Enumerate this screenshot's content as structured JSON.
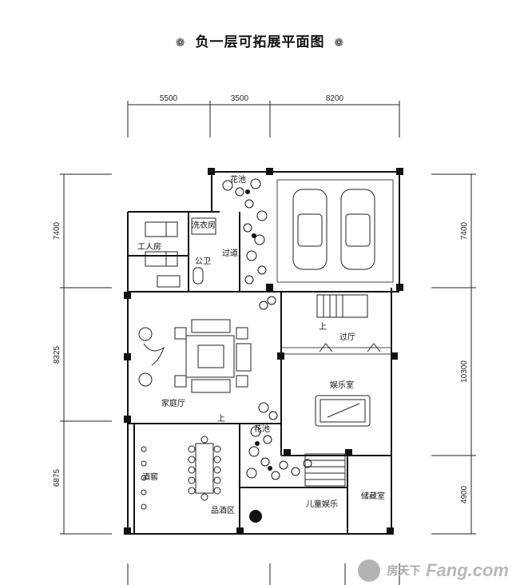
{
  "title": "负一层可拓展平面图",
  "title_ornament": "❁",
  "dimensions": {
    "top": [
      "5500",
      "3500",
      "8200"
    ],
    "left": [
      "7400",
      "8325",
      "6875"
    ],
    "right": [
      "7400",
      "10300",
      "4900"
    ]
  },
  "rooms": {
    "laundry": "洗衣房",
    "servant": "工人房",
    "wc": "公卫",
    "corridor": "过道",
    "family_hall": "家庭厅",
    "up_left": "上",
    "up_right": "上",
    "lobby": "过厅",
    "entertainment": "娱乐室",
    "wine_cellar": "酒窖",
    "tasting": "品酒区",
    "kids": "儿童娱乐",
    "storage": "储藏室",
    "garden_top": "花池",
    "garden_mid": "花池"
  },
  "watermark": {
    "brand_cn": "房天下",
    "brand_en": "Fang.com"
  }
}
